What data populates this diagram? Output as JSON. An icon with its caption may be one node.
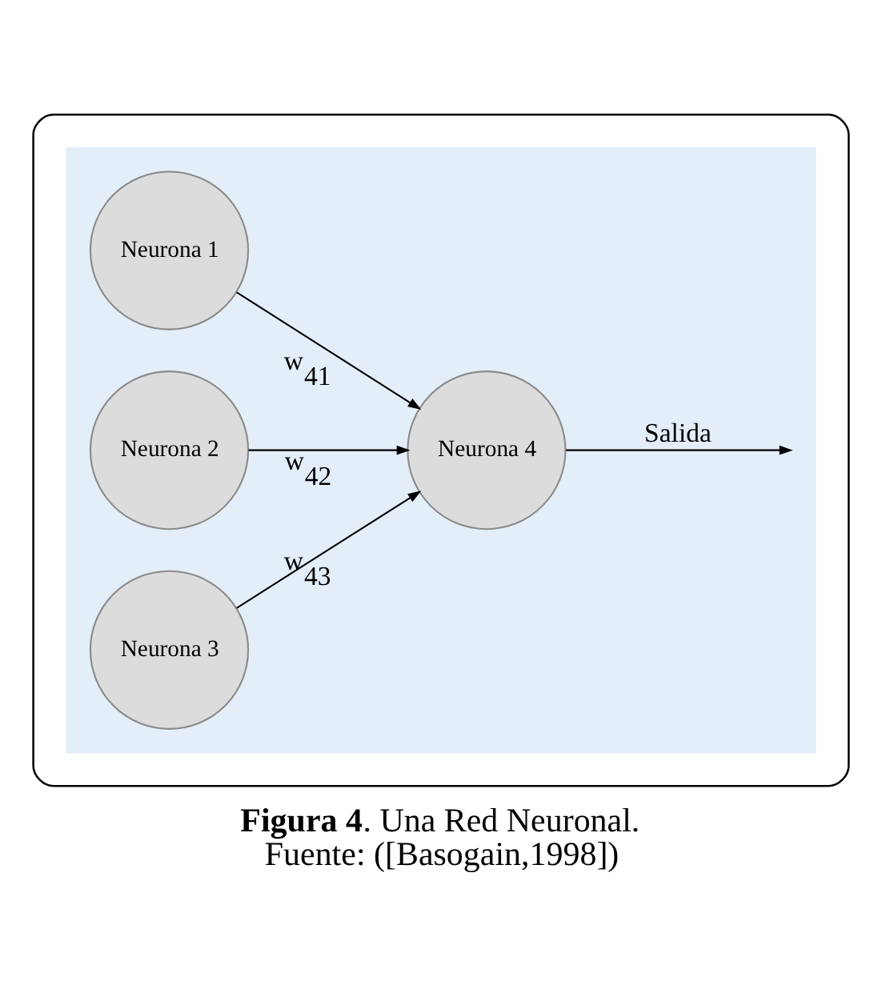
{
  "diagram": {
    "caption": "**Figura 4**. Una Red Neuronal. Fuente: ([Basogain,1998])",
    "nodes": [
      {
        "text": [],
        "shape": "box"
      },
      {
        "text": [],
        "shape": "box",
        "in": 0
      },
      {
        "text": [
          "Neurona 1"
        ],
        "in": 1
      },
      {
        "text": [
          "Neurona 2"
        ],
        "in": 1
      },
      {
        "text": [
          "Neurona 3"
        ],
        "in": 1
      },
      {
        "text": [
          "Neurona 4"
        ],
        "in": 1
      }
    ],
    "edges": [
      {
        "from": 2,
        "to": 5,
        "arrow": "to",
        "label": "w$_{41}$"
      },
      {
        "from": 3,
        "to": 5,
        "arrow": "to",
        "label": "w$_{42}$"
      },
      {
        "from": 4,
        "to": 5,
        "arrow": "to",
        "label": "w$_{43}$"
      },
      {
        "from": 5,
        "to": null,
        "arrow": "to",
        "label": "Salida"
      }
    ]
  }
}
